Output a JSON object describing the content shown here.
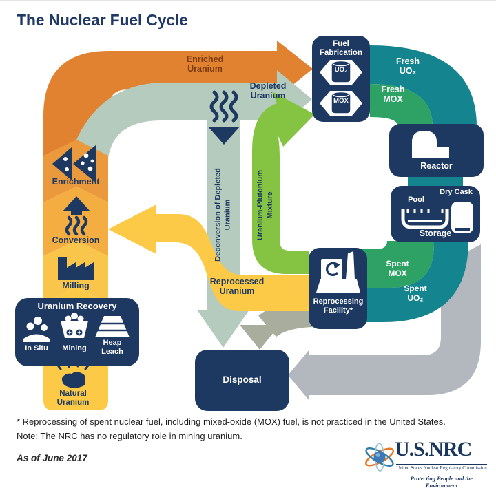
{
  "title": "The Nuclear Fuel Cycle",
  "colors": {
    "navy": "#1d3962",
    "orange": "#e08230",
    "enrichment_chevron": "#ea9a3d",
    "conversion_chevron": "#f3ad40",
    "milling_chevron": "#f9c64b",
    "yellow": "#fcca47",
    "sage": "#b5cbbd",
    "light_green": "#85c442",
    "teal": "#14858e",
    "green": "#2ea165",
    "gray": "#b2b8bd",
    "khaki_gray": "#a9ad9e",
    "enriched_text": "#7b3a10",
    "white": "#ffffff"
  },
  "flows": {
    "enriched_uranium": "Enriched Uranium",
    "depleted_uranium": "Depleted Uranium",
    "fresh_uo2": "Fresh UO₂",
    "fresh_mox": "Fresh MOX",
    "spent_mox": "Spent MOX",
    "spent_uo2": "Spent UO₂",
    "reprocessed_uranium": "Reprocessed Uranium",
    "deconversion": "Deconversion of Depleted Uranium",
    "u_pu_mixture": "Uranium-Plutonium Mixture"
  },
  "stages": {
    "enrichment": "Enrichment",
    "conversion": "Conversion",
    "milling": "Milling",
    "natural_uranium": "Natural Uranium"
  },
  "nodes": {
    "fuel_fabrication": {
      "label": "Fuel Fabrication",
      "uo2": "UO₂",
      "mox": "MOX"
    },
    "reactor": {
      "label": "Reactor"
    },
    "storage": {
      "label": "Storage",
      "pool": "Pool",
      "dry_cask": "Dry Cask"
    },
    "reprocessing_facility": {
      "label": "Reprocessing Facility*"
    },
    "disposal": {
      "label": "Disposal"
    },
    "uranium_recovery": {
      "label": "Uranium Recovery",
      "in_situ": "In Situ",
      "mining": "Mining",
      "heap_leach": "Heap Leach"
    }
  },
  "footnotes": {
    "reprocessing_note": "* Reprocessing of spent nuclear fuel, including mixed-oxide (MOX) fuel, is not practiced in the United States.",
    "nrc_note": "Note: The NRC has no regulatory role in mining uranium.",
    "as_of": "As of June 2017"
  },
  "logo": {
    "brand": "U.S.NRC",
    "agency": "United States Nuclear Regulatory Commission",
    "tagline": "Protecting People and the Environment"
  }
}
